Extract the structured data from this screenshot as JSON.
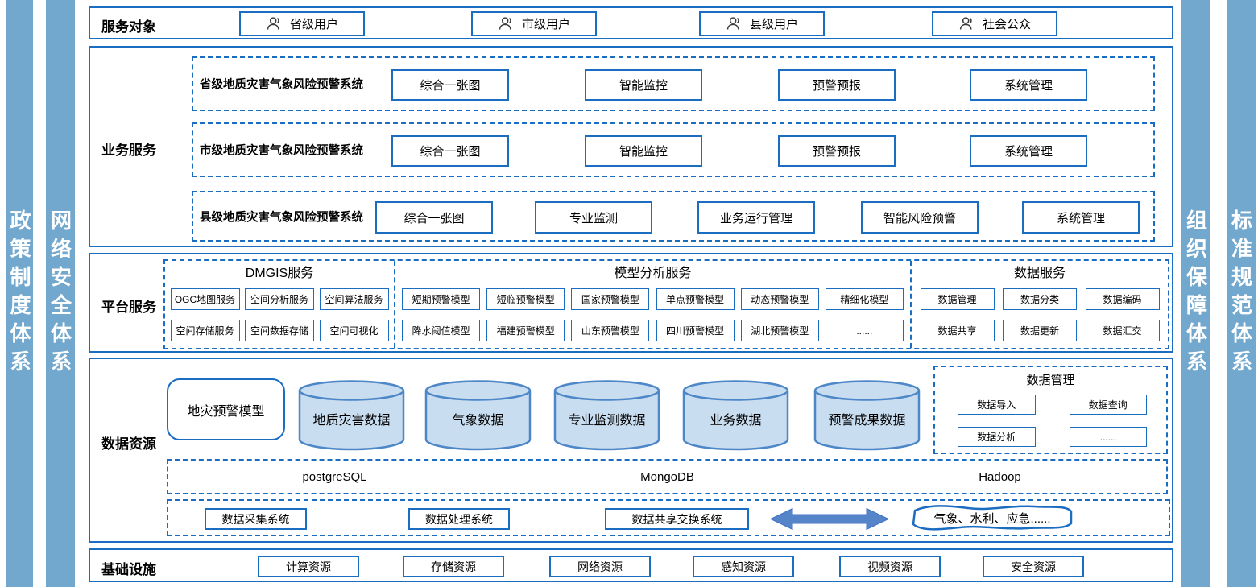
{
  "colors": {
    "border_blue": "#1B6DC1",
    "sidebar_blue": "#72A7CE",
    "cylinder_fill": "#C9DDF1",
    "cylinder_border": "#4E87C7",
    "arrow_blue": "#5585C8"
  },
  "sidebars": {
    "left": [
      "政策制度体系",
      "网络安全体系"
    ],
    "right": [
      "组织保障体系",
      "标准规范体系"
    ]
  },
  "service_targets": {
    "title": "服务对象",
    "items": [
      "省级用户",
      "市级用户",
      "县级用户",
      "社会公众"
    ]
  },
  "business_services": {
    "title": "业务服务",
    "rows": [
      {
        "label": "省级地质灾害气象风险预警系统",
        "modules": [
          "综合一张图",
          "智能监控",
          "预警预报",
          "系统管理"
        ]
      },
      {
        "label": "市级地质灾害气象风险预警系统",
        "modules": [
          "综合一张图",
          "智能监控",
          "预警预报",
          "系统管理"
        ]
      },
      {
        "label": "县级地质灾害气象风险预警系统",
        "modules": [
          "综合一张图",
          "专业监测",
          "业务运行管理",
          "智能风险预警",
          "系统管理"
        ]
      }
    ]
  },
  "platform_services": {
    "title": "平台服务",
    "groups": [
      {
        "name": "DMGIS服务",
        "row1": [
          "OGC地图服务",
          "空间分析服务",
          "空间算法服务"
        ],
        "row2": [
          "空间存储服务",
          "空间数据存储",
          "空间可视化"
        ]
      },
      {
        "name": "模型分析服务",
        "row1": [
          "短期预警模型",
          "短临预警模型",
          "国家预警模型",
          "单点预警模型",
          "动态预警模型",
          "精细化模型"
        ],
        "row2": [
          "降水阈值模型",
          "福建预警模型",
          "山东预警模型",
          "四川预警模型",
          "湖北预警模型",
          "......"
        ]
      },
      {
        "name": "数据服务",
        "row1": [
          "数据管理",
          "数据分类",
          "数据编码"
        ],
        "row2": [
          "数据共享",
          "数据更新",
          "数据汇交"
        ]
      }
    ]
  },
  "data_resources": {
    "title": "数据资源",
    "model_box": "地灾预警模型",
    "cylinders": [
      "地质灾害数据",
      "气象数据",
      "专业监测数据",
      "业务数据",
      "预警成果数据"
    ],
    "data_management": {
      "title": "数据管理",
      "items": [
        "数据导入",
        "数据查询",
        "数据分析",
        "......"
      ]
    },
    "databases": [
      "postgreSQL",
      "MongoDB",
      "Hadoop"
    ],
    "systems": [
      "数据采集系统",
      "数据处理系统",
      "数据共享交换系统"
    ],
    "external_systems": "气象、水利、应急......"
  },
  "infrastructure": {
    "title": "基础设施",
    "items": [
      "计算资源",
      "存储资源",
      "网络资源",
      "感知资源",
      "视频资源",
      "安全资源"
    ]
  }
}
